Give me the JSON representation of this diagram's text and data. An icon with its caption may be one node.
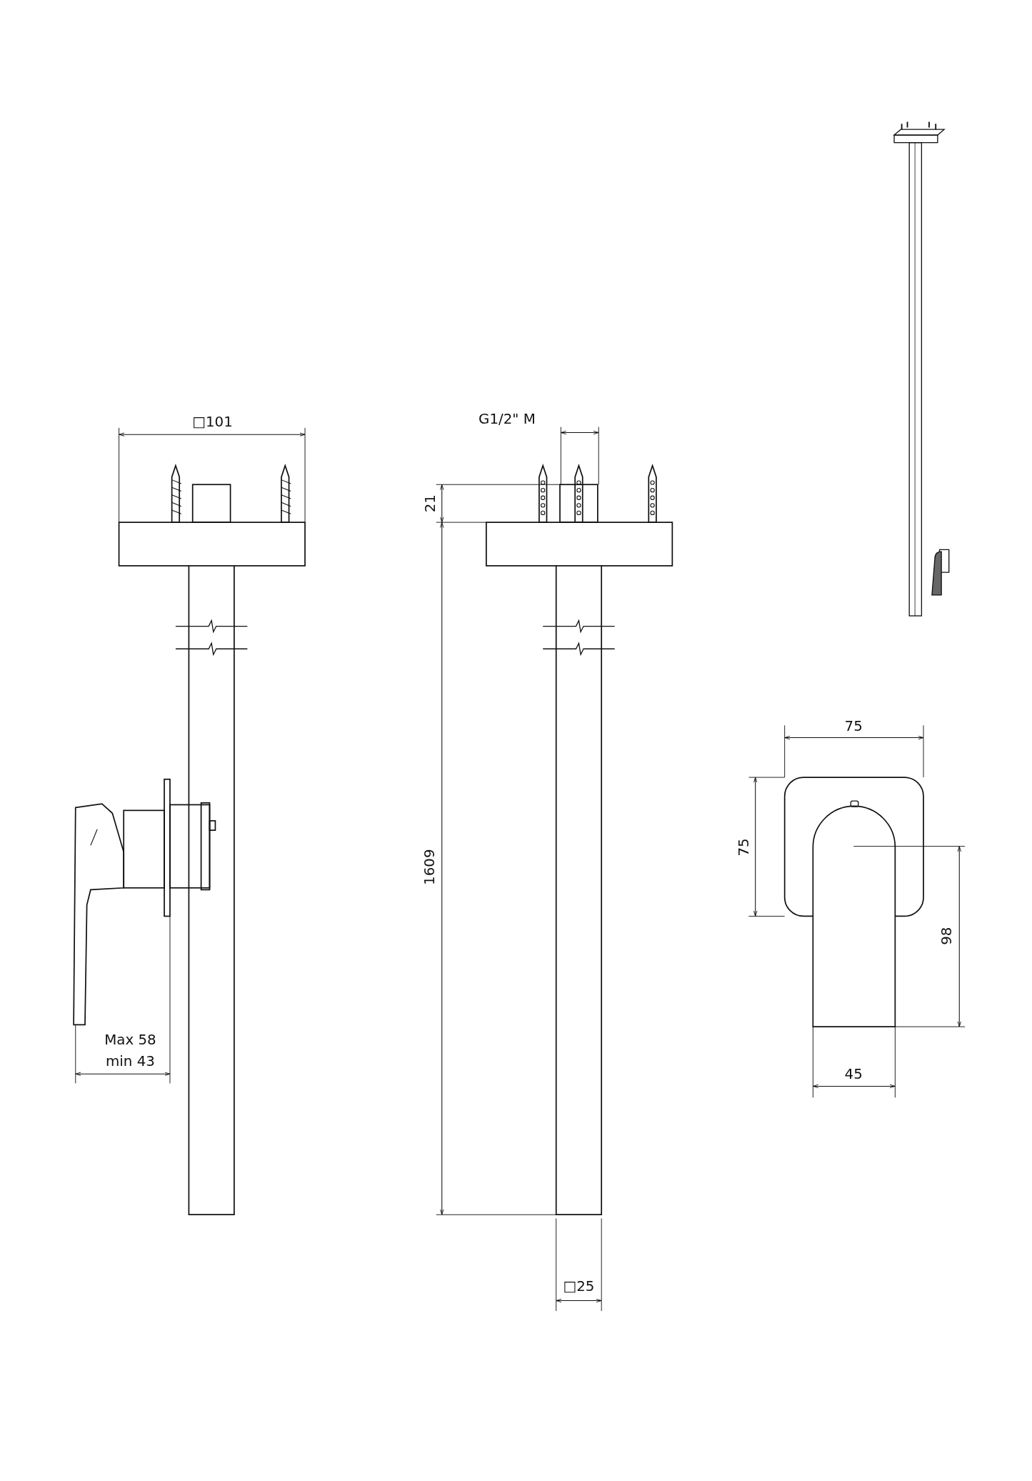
{
  "diagram": {
    "labels": [
      "□101",
      "G1/2\" M",
      "21",
      "1609",
      "Max 58",
      "min 43",
      "□25",
      "75",
      "75",
      "98",
      "45"
    ]
  }
}
